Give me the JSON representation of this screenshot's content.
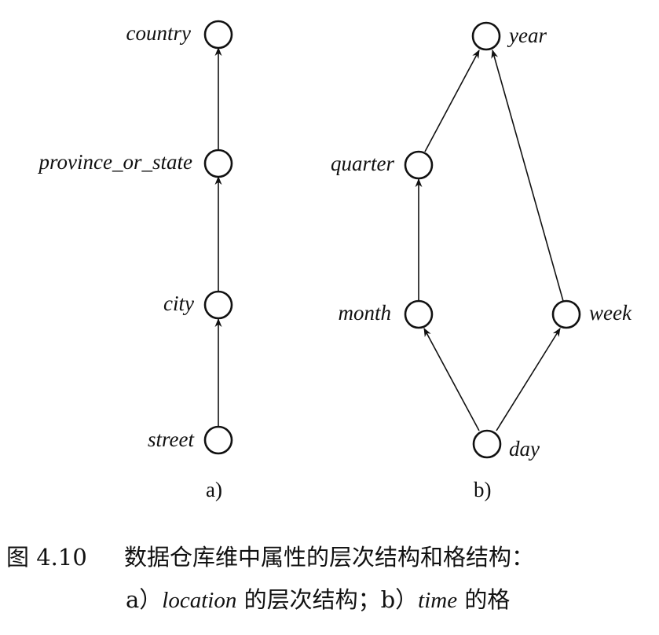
{
  "diagram_a": {
    "nodes": {
      "country": "country",
      "province_or_state": "province_or_state",
      "city": "city",
      "street": "street"
    },
    "sublabel": "a)"
  },
  "diagram_b": {
    "nodes": {
      "year": "year",
      "quarter": "quarter",
      "month": "month",
      "week": "week",
      "day": "day"
    },
    "sublabel": "b)"
  },
  "caption": {
    "figure_number": "图 4.10",
    "title": "数据仓库维中属性的层次结构和格结构：",
    "line2_a_prefix": "a）",
    "line2_a_term": "location",
    "line2_a_suffix": "的层次结构；",
    "line2_b_prefix": "b）",
    "line2_b_term": "time",
    "line2_b_suffix": "的格"
  }
}
